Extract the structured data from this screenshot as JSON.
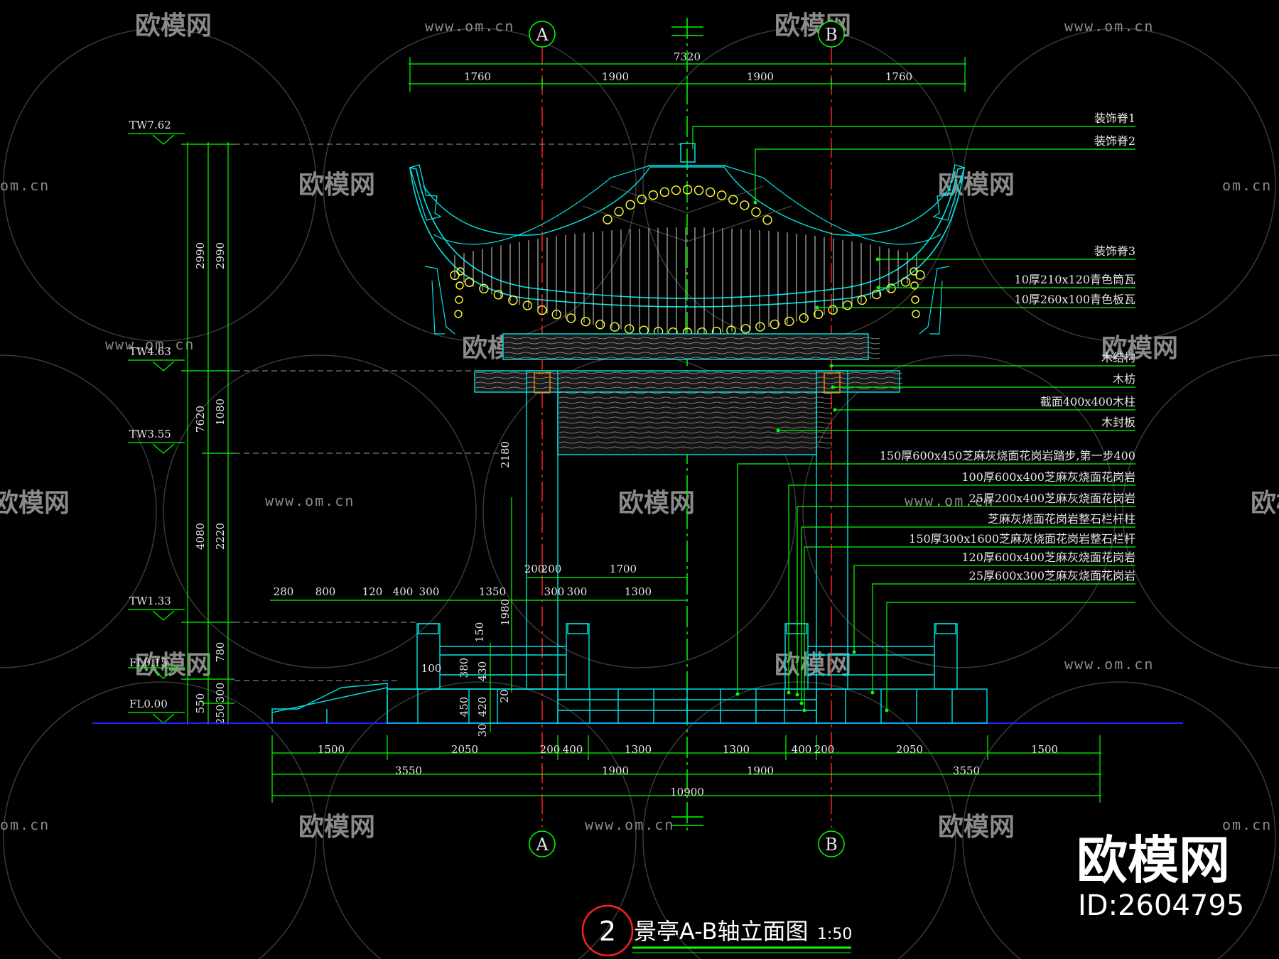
{
  "drawing": {
    "title": "景亭A-B轴立面图",
    "scale": "1:50",
    "number": "2"
  },
  "axes": [
    "A",
    "B"
  ],
  "top_dims": [
    "1760",
    "1900",
    "1900",
    "1760"
  ],
  "top_total": "7320",
  "levels": [
    "TW7.62",
    "TW4.63",
    "TW3.55",
    "TW1.33",
    "FL0.15",
    "FL0.00"
  ],
  "left_dims_outer": [
    "2990",
    "7620",
    "4080",
    "550"
  ],
  "left_dims_inner": [
    "2990",
    "1080",
    "2220",
    "780",
    "300",
    "250"
  ],
  "mid_dims": [
    "2180",
    "1980",
    "150",
    "380",
    "430",
    "100",
    "450",
    "420",
    "30",
    "20"
  ],
  "step_dims": [
    "280",
    "800",
    "120",
    "400",
    "300",
    "1350",
    "300",
    "300",
    "1300"
  ],
  "col_dims": [
    "200",
    "200",
    "1700"
  ],
  "bottom_dims1": [
    "1500",
    "2050",
    "200",
    "400",
    "1300",
    "1300",
    "400",
    "200",
    "2050",
    "1500"
  ],
  "bottom_dims2": [
    "3550",
    "1900",
    "1900",
    "3550"
  ],
  "bottom_total": "10900",
  "callouts": [
    "装饰脊1",
    "装饰脊2",
    "装饰脊3",
    "10厚210x120青色筒瓦",
    "10厚260x100青色板瓦",
    "木结构",
    "木枋",
    "截面400x400木柱",
    "木封板",
    "150厚600x450芝麻灰烧面花岗岩踏步,第一步400",
    "100厚600x400芝麻灰烧面花岗岩",
    "25厚200x400芝麻灰烧面花岗岩",
    "芝麻灰烧面花岗岩整石栏杆柱",
    "150厚300x1600芝麻灰烧面花岗岩整石栏杆",
    "120厚600x400芝麻灰烧面花岗岩",
    "25厚600x300芝麻灰烧面花岗岩"
  ],
  "watermark": {
    "brand": "欧模网",
    "url": "www.om.cn",
    "url_short": "om.cn",
    "corner_brand": "欧模网",
    "id": "ID:2604795"
  },
  "colors": {
    "background": "#000000",
    "lines": "#00ff00",
    "outline": "#00e5e5",
    "ornament": "#ffff33",
    "axis": "#ff2020",
    "text": "#e6e6e6"
  }
}
